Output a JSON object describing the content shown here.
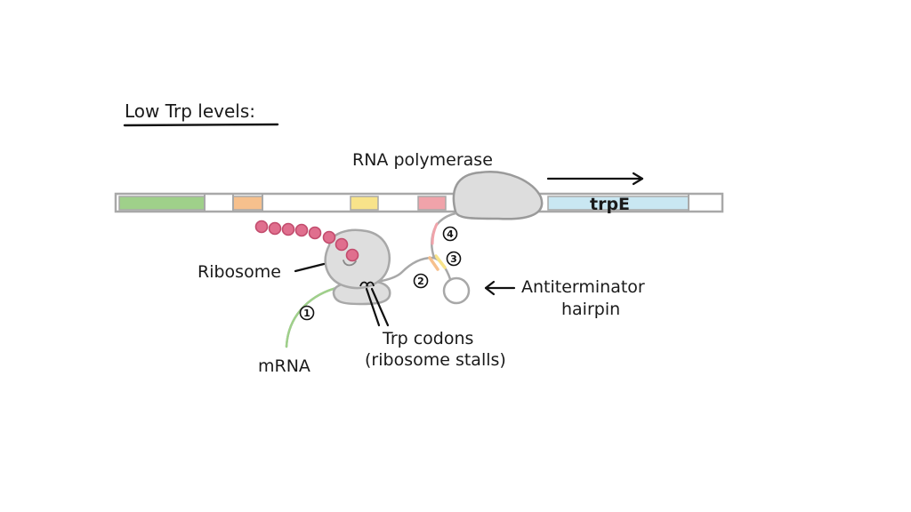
{
  "title": "Low Trp levels:",
  "labels": {
    "rna_polymerase": "RNA polymerase",
    "trpE": "trpE",
    "ribosome": "Ribosome",
    "mrna": "mRNA",
    "trp_codons_line1": "Trp codons",
    "trp_codons_line2": "(ribosome stalls)",
    "antiterminator_line1": "Antiterminator",
    "antiterminator_line2": "hairpin"
  },
  "region_numbers": [
    "1",
    "2",
    "3",
    "4"
  ],
  "colors": {
    "region1": "#9fd08a",
    "region2": "#f6c08d",
    "region3": "#f8e38a",
    "region4": "#f0a3aa",
    "trpE": "#c9e7f2",
    "ribosome": "#dedede",
    "polymerase": "#dddddd",
    "amino_acid": "#e06f8e",
    "dna": "#a8a8a8"
  },
  "icons": {
    "direction_arrow": "arrow-right-icon",
    "pointer_arrow": "arrow-left-icon"
  }
}
